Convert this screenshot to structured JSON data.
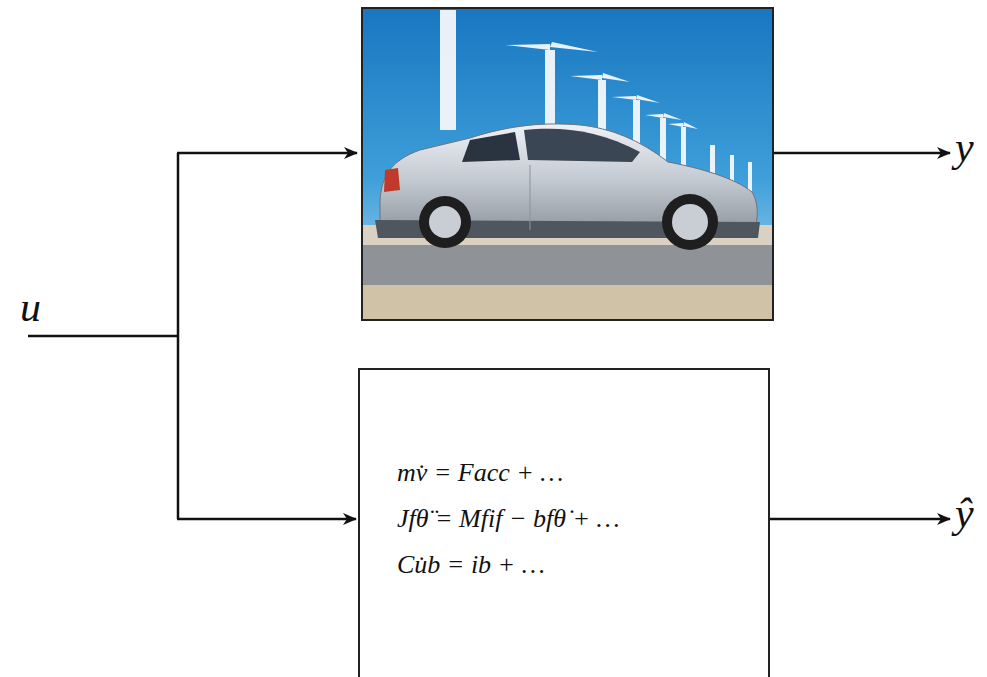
{
  "diagram": {
    "nodes": [
      {
        "text": [
          "mv̇ = Facc + …",
          "Jfθ̈ = Mfif − bfθ̇ + …",
          "Cu̇b = ib + …"
        ]
      }
    ],
    "labels": [
      "u",
      "y",
      "ŷ"
    ]
  }
}
